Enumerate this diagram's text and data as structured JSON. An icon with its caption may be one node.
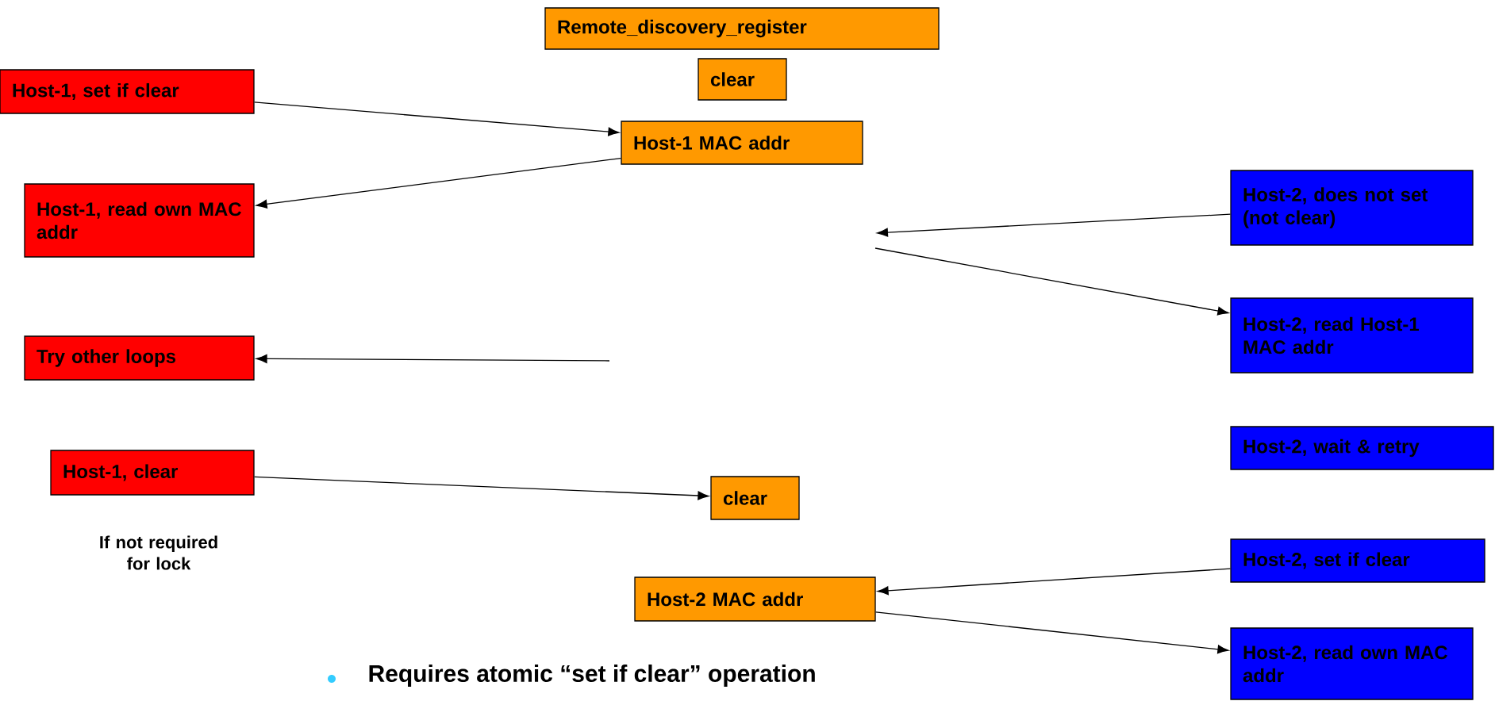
{
  "diagram": {
    "nodes": [
      {
        "text": [
          "Remote_discovery_register"
        ]
      },
      {
        "text": [
          "clear"
        ]
      },
      {
        "text": [
          "Host-1 MAC addr"
        ]
      },
      {
        "text": [
          "Host-1, set if clear"
        ]
      },
      {
        "text": [
          "Host-1, read own MAC addr"
        ]
      },
      {
        "text": [
          "Try other loops"
        ]
      },
      {
        "text": [
          "Host-1, clear"
        ]
      },
      {
        "text": [
          "clear"
        ]
      },
      {
        "text": [
          "Host-2 MAC addr"
        ]
      },
      {
        "text": [
          "Host-2, does not set (not clear)"
        ]
      },
      {
        "text": [
          "Host-2, read Host-1 MAC addr"
        ]
      },
      {
        "text": [
          "Host-2, wait & retry"
        ]
      },
      {
        "text": [
          "Host-2, set if clear"
        ]
      },
      {
        "text": [
          "Host-2, read own MAC addr"
        ]
      }
    ],
    "edges": [
      {
        "from": 3,
        "to": 2,
        "arrow": "to"
      },
      {
        "from": 2,
        "to": 4,
        "arrow": "to"
      },
      {
        "from": null,
        "to": 5,
        "arrow": "to"
      },
      {
        "from": 9,
        "to": null,
        "arrow": "to"
      },
      {
        "from": null,
        "to": 10,
        "arrow": "to"
      },
      {
        "from": 6,
        "to": 7,
        "arrow": "to"
      },
      {
        "from": 12,
        "to": 8,
        "arrow": "to"
      },
      {
        "from": 8,
        "to": 13,
        "arrow": "to"
      }
    ],
    "labels": [
      "If not required for lock",
      "Requires atomic “set if clear” operation"
    ]
  }
}
